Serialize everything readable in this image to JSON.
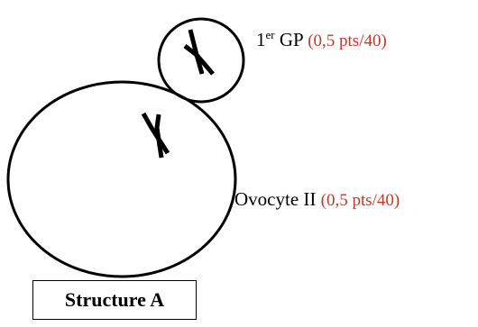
{
  "labels": {
    "gp_number": "1",
    "gp_superscript": "er",
    "gp_text": " GP",
    "gp_points": "(0,5 pts/40)",
    "ovocyte_text": "Ovocyte II",
    "ovocyte_points": "(0,5 pts/40)",
    "structure_title": "Structure A"
  },
  "colors": {
    "points": "#c0392b",
    "stroke": "#000000"
  },
  "icons": {
    "large_chromosome": "x-shaped-chromosome-icon",
    "small_chromosome": "x-shaped-chromosome-icon"
  }
}
